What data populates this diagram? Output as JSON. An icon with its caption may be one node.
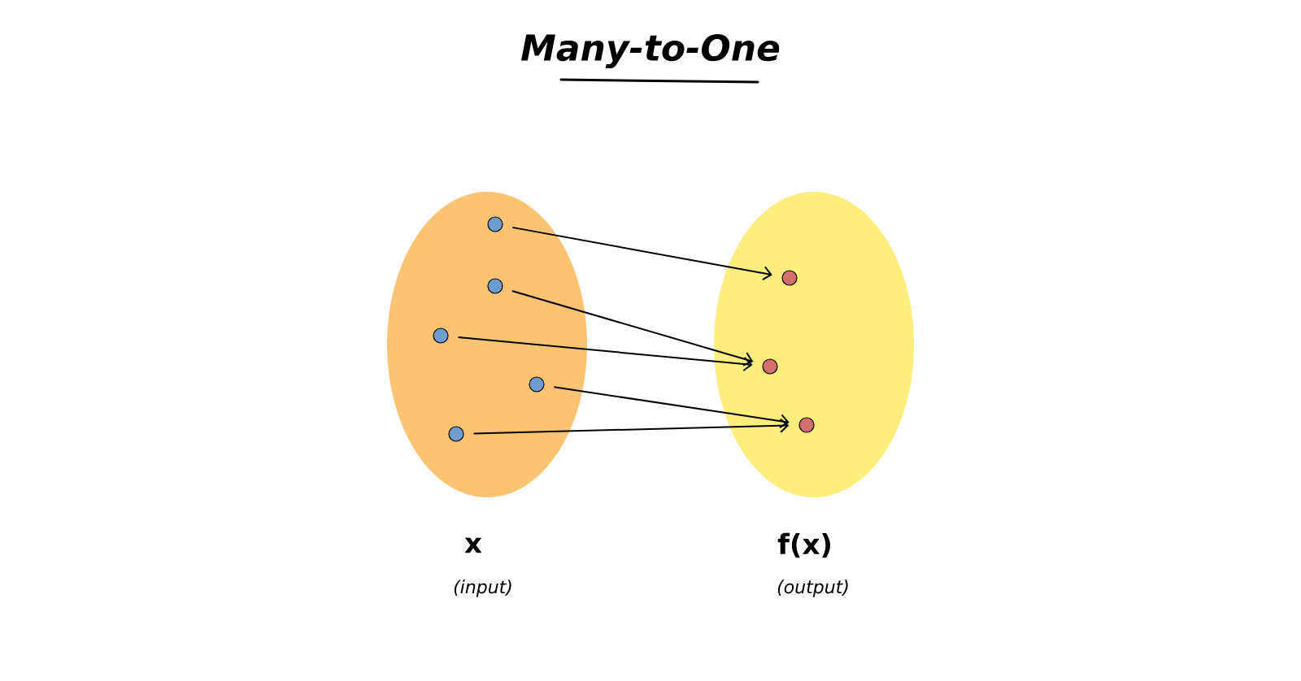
{
  "diagram": {
    "title": "Many-to-One",
    "nodes": [
      {
        "text": [],
        "shape": "ellipse",
        "beside": [
          "x",
          "(input)"
        ]
      },
      {
        "text": [],
        "shape": "ellipse",
        "beside": [
          "f(x)",
          "(output)"
        ]
      },
      {
        "text": [],
        "shape": "circle",
        "in": 0
      },
      {
        "text": [],
        "shape": "circle",
        "in": 0
      },
      {
        "text": [],
        "shape": "circle",
        "in": 0
      },
      {
        "text": [],
        "shape": "circle",
        "in": 0
      },
      {
        "text": [],
        "shape": "circle",
        "in": 0
      },
      {
        "text": [],
        "shape": "circle",
        "in": 1
      },
      {
        "text": [],
        "shape": "circle",
        "in": 1
      },
      {
        "text": [],
        "shape": "circle",
        "in": 1
      }
    ],
    "edges": [
      {
        "from": 2,
        "to": 7,
        "arrow": "to"
      },
      {
        "from": 3,
        "to": 8,
        "arrow": "to"
      },
      {
        "from": 4,
        "to": 8,
        "arrow": "to"
      },
      {
        "from": 5,
        "to": 9,
        "arrow": "to"
      },
      {
        "from": 6,
        "to": 9,
        "arrow": "to"
      }
    ]
  }
}
